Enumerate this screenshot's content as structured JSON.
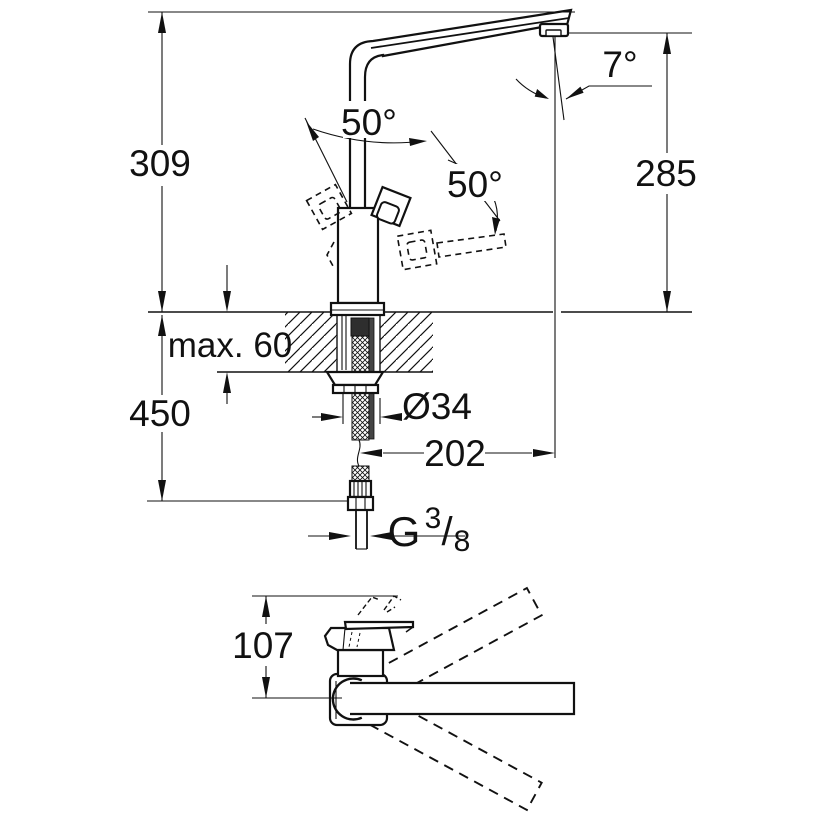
{
  "drawing": {
    "type": "faucet-installation-dimension-drawing",
    "colors": {
      "line": "#111111",
      "background": "#ffffff"
    },
    "labels": {
      "height_total": "309",
      "spout_clearance": "285",
      "stream_angle": "7°",
      "handle_angle_left": "50°",
      "handle_angle_right": "50°",
      "max_mounting_thickness": "max. 60",
      "below_counter_depth": "450",
      "hole_diameter": "Ø34",
      "spout_projection": "202",
      "thread_letter": "G",
      "thread_numerator": "3",
      "thread_slash": "/",
      "thread_denominator": "8",
      "plan_depth": "107"
    }
  }
}
